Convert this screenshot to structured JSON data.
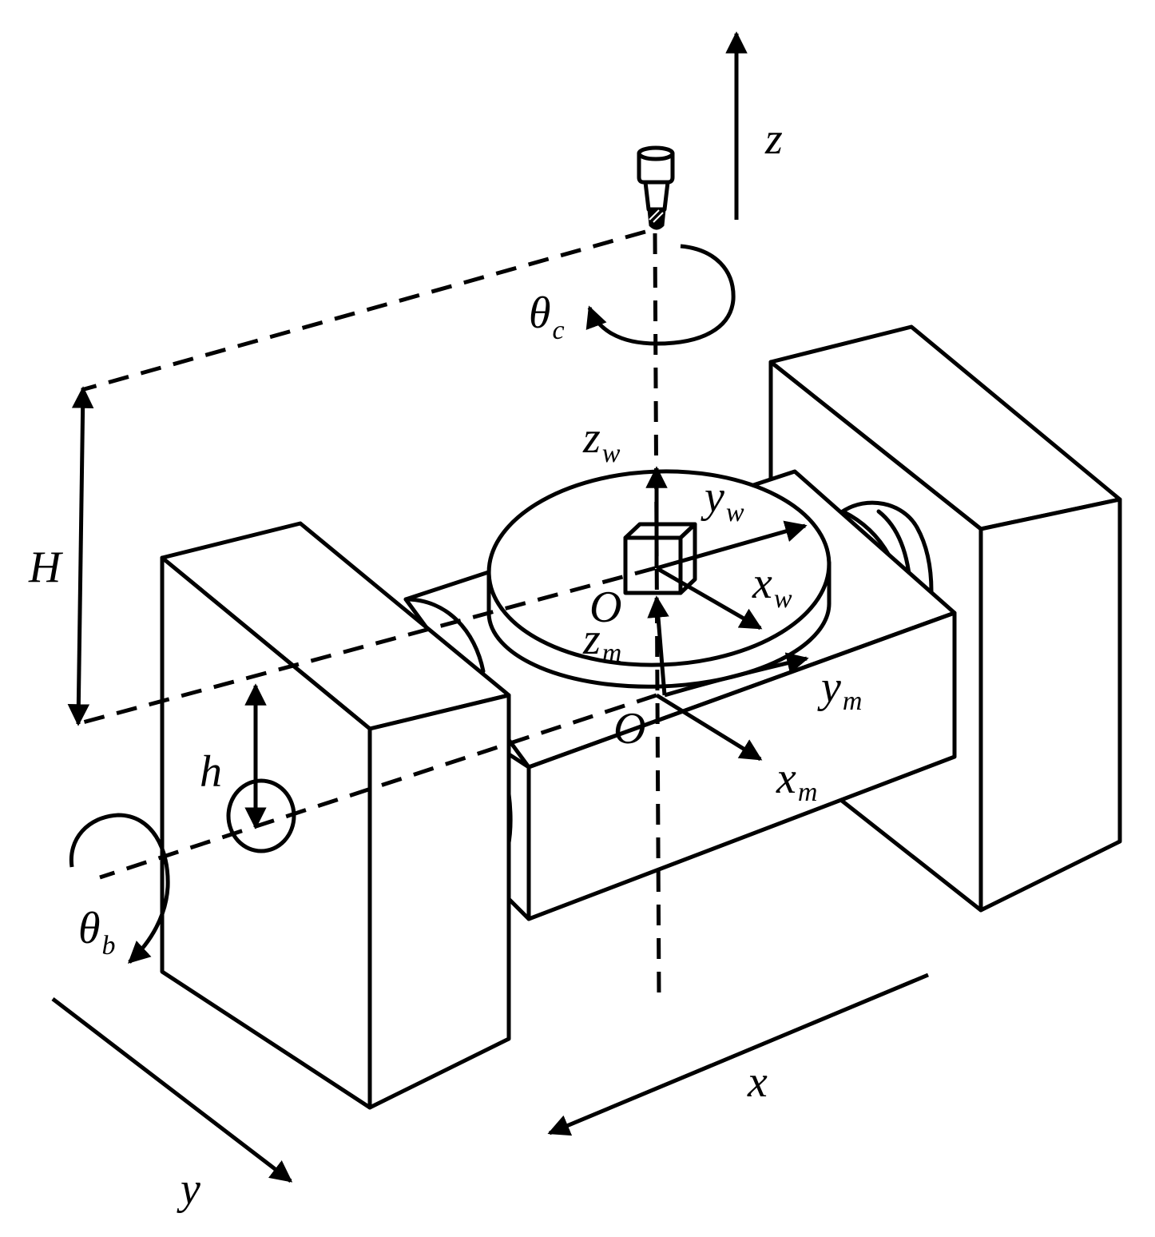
{
  "labels": {
    "z": "z",
    "theta": "θ",
    "theta_c_sub": "c",
    "theta_b_sub": "b",
    "H": "H",
    "h": "h",
    "z_w": "z",
    "z_w_sub": "w",
    "y_w": "y",
    "y_w_sub": "w",
    "x_w": "x",
    "x_w_sub": "w",
    "O_upper": "O",
    "z_m": "z",
    "z_m_sub": "m",
    "y_m": "y",
    "y_m_sub": "m",
    "O_lower": "O",
    "x_m": "x",
    "x_m_sub": "m",
    "x": "x",
    "y": "y"
  }
}
